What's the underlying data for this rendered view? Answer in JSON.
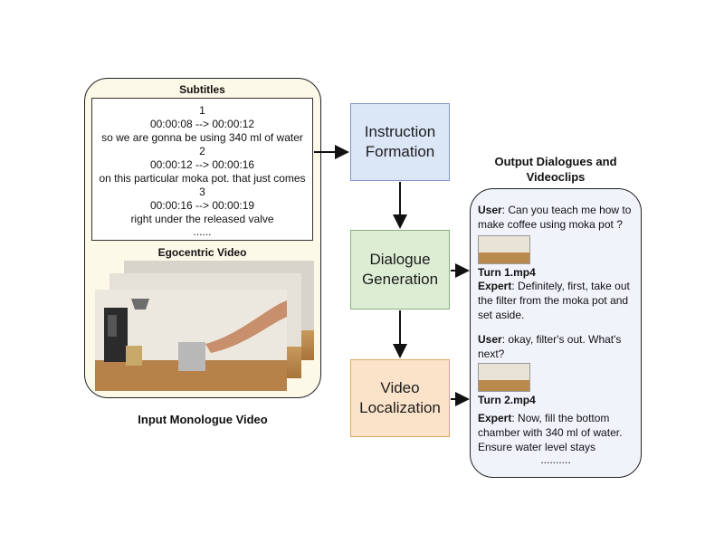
{
  "input": {
    "subtitles_heading": "Subtitles",
    "subtitle_lines": [
      "1",
      "00:00:08 --> 00:00:12",
      "so we are gonna be using 340 ml of water",
      "2",
      "00:00:12 --> 00:00:16",
      "on this particular moka pot. that just comes",
      "3",
      "00:00:16 --> 00:00:19",
      "right under the released valve",
      "......"
    ],
    "video_heading": "Egocentric Video",
    "caption": "Input Monologue Video"
  },
  "steps": {
    "instruction": "Instruction Formation",
    "dialogue": "Dialogue Generation",
    "video": "Video Localization"
  },
  "output": {
    "title": "Output Dialogues and Videoclips",
    "user1_speaker": "User",
    "user1_text": ": Can you teach me how to make coffee using moka pot ?",
    "turn1": "Turn 1.mp4",
    "expert1_speaker": "Expert",
    "expert1_text": ": Definitely, first, take out the filter from the moka pot and set aside.",
    "user2_speaker": "User",
    "user2_text": ": okay, filter's out. What's next?",
    "turn2": "Turn 2.mp4",
    "expert2_speaker": "Expert",
    "expert2_text": ": Now, fill the bottom chamber with 340 ml of water. Ensure water level stays",
    "ellipsis": ".........."
  }
}
